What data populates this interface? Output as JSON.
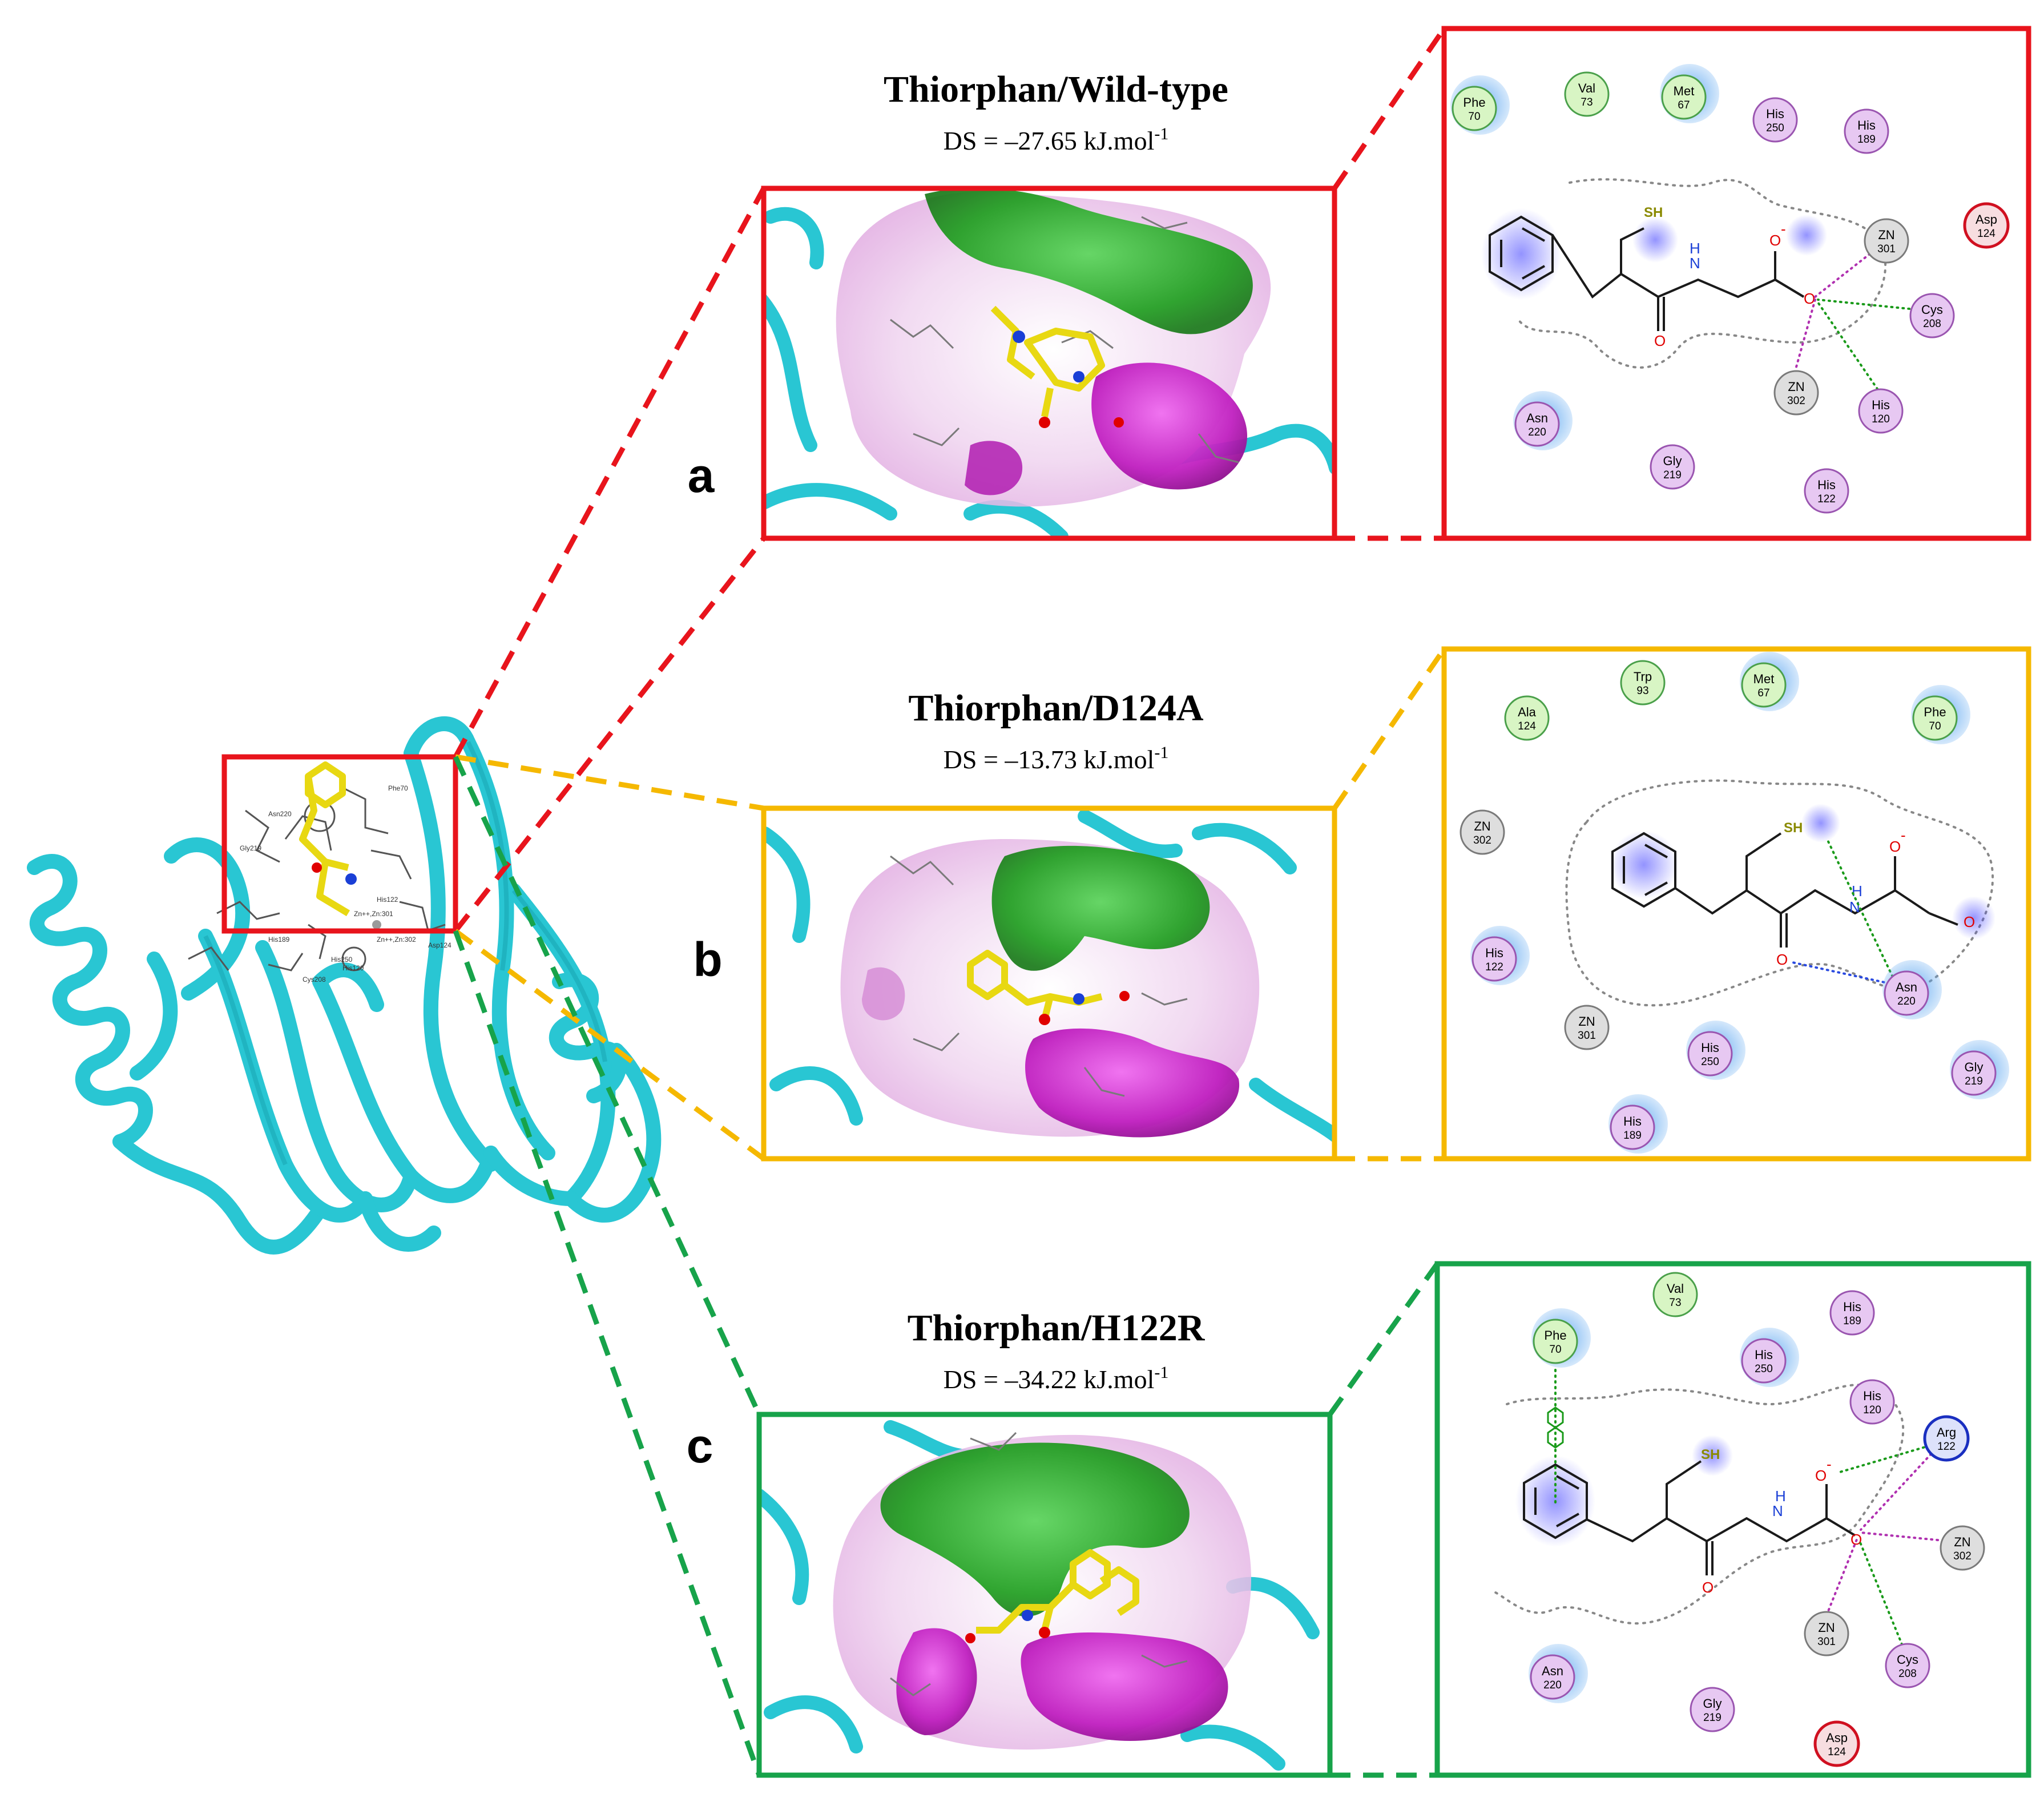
{
  "colors": {
    "panel_a": "#e8141c",
    "panel_b": "#f5b800",
    "panel_c": "#17a34a",
    "protein_ribbon": "#29c6d3",
    "hydrophobic_surface": "#2db52d",
    "hydrophilic_surface": "#cc33cc",
    "ligand": "#f2e41e"
  },
  "panels": [
    {
      "letter": "a",
      "title": "Thiorphan/Wild-type",
      "ds_prefix": "DS = –27.65 kJ.mol",
      "ds_sup": "-1",
      "residues": [
        {
          "name": "Phe",
          "num": "70",
          "type": "hydrophobic"
        },
        {
          "name": "Val",
          "num": "73",
          "type": "hydrophobic"
        },
        {
          "name": "Met",
          "num": "67",
          "type": "hydrophobic"
        },
        {
          "name": "His",
          "num": "250",
          "type": "polar"
        },
        {
          "name": "His",
          "num": "189",
          "type": "polar"
        },
        {
          "name": "Asp",
          "num": "124",
          "type": "acidic"
        },
        {
          "name": "ZN",
          "num": "301",
          "type": "metal"
        },
        {
          "name": "Cys",
          "num": "208",
          "type": "polar"
        },
        {
          "name": "ZN",
          "num": "302",
          "type": "metal"
        },
        {
          "name": "His",
          "num": "120",
          "type": "polar"
        },
        {
          "name": "Asn",
          "num": "220",
          "type": "polar"
        },
        {
          "name": "Gly",
          "num": "219",
          "type": "polar"
        },
        {
          "name": "His",
          "num": "122",
          "type": "polar"
        }
      ]
    },
    {
      "letter": "b",
      "title": "Thiorphan/D124A",
      "ds_prefix": "DS = –13.73 kJ.mol",
      "ds_sup": "-1",
      "residues": [
        {
          "name": "Ala",
          "num": "124",
          "type": "hydrophobic"
        },
        {
          "name": "Trp",
          "num": "93",
          "type": "hydrophobic"
        },
        {
          "name": "Met",
          "num": "67",
          "type": "hydrophobic"
        },
        {
          "name": "Phe",
          "num": "70",
          "type": "hydrophobic"
        },
        {
          "name": "ZN",
          "num": "302",
          "type": "metal"
        },
        {
          "name": "His",
          "num": "122",
          "type": "polar"
        },
        {
          "name": "ZN",
          "num": "301",
          "type": "metal"
        },
        {
          "name": "His",
          "num": "250",
          "type": "polar"
        },
        {
          "name": "Asn",
          "num": "220",
          "type": "polar"
        },
        {
          "name": "Gly",
          "num": "219",
          "type": "polar"
        },
        {
          "name": "His",
          "num": "189",
          "type": "polar"
        }
      ]
    },
    {
      "letter": "c",
      "title": "Thiorphan/H122R",
      "ds_prefix": "DS = –34.22 kJ.mol",
      "ds_sup": "-1",
      "residues": [
        {
          "name": "Phe",
          "num": "70",
          "type": "hydrophobic"
        },
        {
          "name": "Val",
          "num": "73",
          "type": "hydrophobic"
        },
        {
          "name": "His",
          "num": "189",
          "type": "polar"
        },
        {
          "name": "His",
          "num": "250",
          "type": "polar"
        },
        {
          "name": "His",
          "num": "120",
          "type": "polar"
        },
        {
          "name": "Arg",
          "num": "122",
          "type": "basic"
        },
        {
          "name": "ZN",
          "num": "302",
          "type": "metal"
        },
        {
          "name": "ZN",
          "num": "301",
          "type": "metal"
        },
        {
          "name": "Cys",
          "num": "208",
          "type": "polar"
        },
        {
          "name": "Asn",
          "num": "220",
          "type": "polar"
        },
        {
          "name": "Gly",
          "num": "219",
          "type": "polar"
        },
        {
          "name": "Asp",
          "num": "124",
          "type": "acidic"
        }
      ]
    }
  ],
  "ligand_atoms": {
    "sh": "SH",
    "nh": "H",
    "n": "N",
    "o": "O",
    "o_minus": "O",
    "minus": "-"
  },
  "overview_labels": [
    "Asn220",
    "Gly219",
    "His189",
    "His122",
    "Zn++,Zn:301",
    "Cys208",
    "Zn++,Zn:302",
    "His250",
    "His120",
    "Asp124",
    "Phe70"
  ]
}
